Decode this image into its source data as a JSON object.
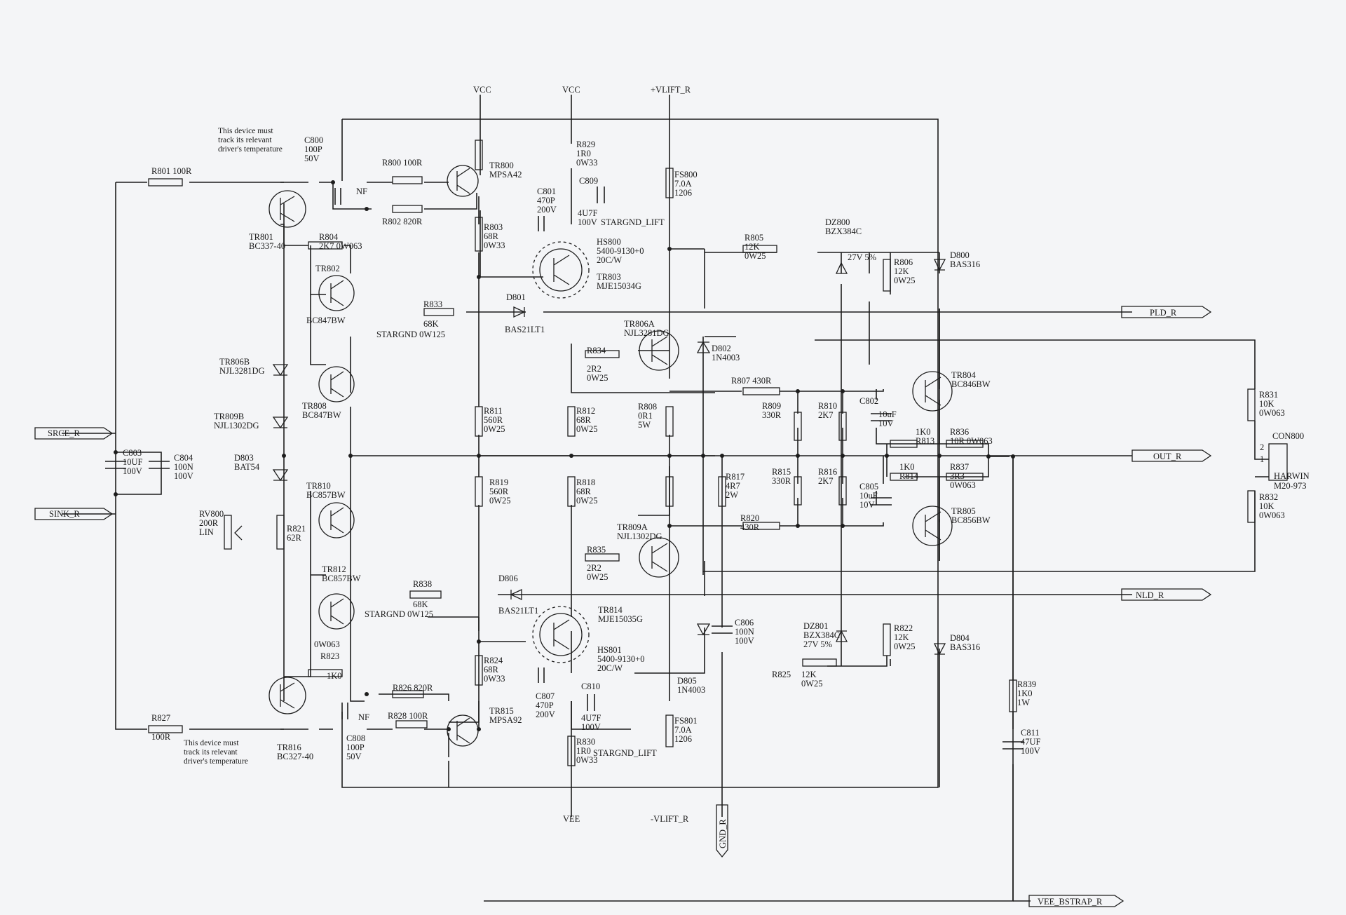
{
  "rails": {
    "vcc_left": "VCC",
    "vcc_right": "VCC",
    "vlift_pos": "+VLIFT_R",
    "vee": "VEE",
    "vlift_neg": "-VLIFT_R"
  },
  "ports": {
    "srce": "SRCE_R",
    "sink": "SINK_R",
    "pld": "PLD_R",
    "out": "OUT_R",
    "nld": "NLD_R",
    "gnd": "GND_R",
    "vee_bstrap": "VEE_BSTRAP_R"
  },
  "notes": {
    "top": [
      "This device must",
      "track its relevant",
      "driver's temperature"
    ],
    "bottom": [
      "This device must",
      "track its relevant",
      "driver's temperature"
    ]
  },
  "connector": {
    "ref": "CON800",
    "pin2": "2",
    "pin1": "1",
    "part": [
      "HARWIN",
      "M20-973"
    ]
  },
  "components": [
    {
      "id": "C800",
      "lines": [
        "C800",
        "100P",
        "50V"
      ]
    },
    {
      "id": "NF_top",
      "lines": [
        "NF"
      ]
    },
    {
      "id": "R801",
      "lines": [
        "R801   100R"
      ]
    },
    {
      "id": "R800",
      "lines": [
        "R800    100R"
      ]
    },
    {
      "id": "R802",
      "lines": [
        "R802   820R"
      ]
    },
    {
      "id": "TR800",
      "lines": [
        "TR800",
        "MPSA42"
      ]
    },
    {
      "id": "TR801",
      "lines": [
        "TR801",
        "BC337-40"
      ]
    },
    {
      "id": "R804",
      "lines": [
        "R804",
        "2K7  0W063"
      ]
    },
    {
      "id": "TR802",
      "lines": [
        "TR802"
      ]
    },
    {
      "id": "BC847BW_a",
      "lines": [
        "BC847BW"
      ]
    },
    {
      "id": "R829",
      "lines": [
        "R829",
        "1R0",
        "0W33"
      ]
    },
    {
      "id": "C809",
      "lines": [
        "C809"
      ]
    },
    {
      "id": "C809v",
      "lines": [
        "4U7F",
        "100V"
      ]
    },
    {
      "id": "STARGND_LIFT_top",
      "lines": [
        "STARGND_LIFT"
      ]
    },
    {
      "id": "C801",
      "lines": [
        "C801",
        "470P",
        "200V"
      ]
    },
    {
      "id": "R803",
      "lines": [
        "R803",
        "68R",
        "0W33"
      ]
    },
    {
      "id": "HS800",
      "lines": [
        "HS800",
        "5400-9130+0",
        "20C/W"
      ]
    },
    {
      "id": "TR803",
      "lines": [
        "TR803",
        "MJE15034G"
      ]
    },
    {
      "id": "FS800",
      "lines": [
        "FS800",
        "7.0A",
        "1206"
      ]
    },
    {
      "id": "R805",
      "lines": [
        "R805",
        "12K",
        "0W25"
      ]
    },
    {
      "id": "DZ800",
      "lines": [
        "DZ800",
        "BZX384C"
      ]
    },
    {
      "id": "DZ800v",
      "lines": [
        "27V 5%"
      ]
    },
    {
      "id": "R806",
      "lines": [
        "R806",
        "12K",
        "0W25"
      ]
    },
    {
      "id": "D800",
      "lines": [
        "D800",
        "BAS316"
      ]
    },
    {
      "id": "R833",
      "lines": [
        "R833"
      ]
    },
    {
      "id": "R833v",
      "lines": [
        "68K"
      ]
    },
    {
      "id": "STARGND_top",
      "lines": [
        "STARGND 0W125"
      ]
    },
    {
      "id": "D801",
      "lines": [
        "D801"
      ]
    },
    {
      "id": "D801p",
      "lines": [
        "BAS21LT1"
      ]
    },
    {
      "id": "TR806A",
      "lines": [
        "TR806A",
        "NJL3281DG"
      ]
    },
    {
      "id": "D802",
      "lines": [
        "D802",
        "1N4003"
      ]
    },
    {
      "id": "R834",
      "lines": [
        "R834"
      ]
    },
    {
      "id": "R834v",
      "lines": [
        "2R2",
        "0W25"
      ]
    },
    {
      "id": "TR806B",
      "lines": [
        "TR806B",
        "NJL3281DG"
      ]
    },
    {
      "id": "TR808",
      "lines": [
        "TR808",
        "BC847BW"
      ]
    },
    {
      "id": "TR809B",
      "lines": [
        "TR809B",
        "NJL1302DG"
      ]
    },
    {
      "id": "R807",
      "lines": [
        "R807      430R"
      ]
    },
    {
      "id": "R809",
      "lines": [
        "R809",
        "330R"
      ]
    },
    {
      "id": "R810",
      "lines": [
        "R810",
        "2K7"
      ]
    },
    {
      "id": "TR804",
      "lines": [
        "TR804",
        "BC846BW"
      ]
    },
    {
      "id": "C802",
      "lines": [
        "C802"
      ]
    },
    {
      "id": "C802v",
      "lines": [
        "10uF",
        "10V"
      ]
    },
    {
      "id": "R813",
      "lines": [
        "1K0",
        "R813"
      ]
    },
    {
      "id": "R836",
      "lines": [
        "R836",
        "10R   0W063"
      ]
    },
    {
      "id": "R831",
      "lines": [
        "R831",
        "10K",
        "0W063"
      ]
    },
    {
      "id": "R811",
      "lines": [
        "R811",
        "560R",
        "0W25"
      ]
    },
    {
      "id": "R812",
      "lines": [
        "R812",
        "68R",
        "0W25"
      ]
    },
    {
      "id": "R808",
      "lines": [
        "R808",
        "0R1",
        "5W"
      ]
    },
    {
      "id": "C803",
      "lines": [
        "C803",
        "10UF",
        "100V"
      ]
    },
    {
      "id": "C804",
      "lines": [
        "C804",
        "100N",
        "100V"
      ]
    },
    {
      "id": "D803",
      "lines": [
        "D803",
        "BAT54"
      ]
    },
    {
      "id": "R814",
      "lines": [
        "1K0",
        "R814"
      ]
    },
    {
      "id": "R837",
      "lines": [
        "R837",
        "3R3",
        "0W063"
      ]
    },
    {
      "id": "R815",
      "lines": [
        "R815",
        "330R"
      ]
    },
    {
      "id": "R816",
      "lines": [
        "R816",
        "2K7"
      ]
    },
    {
      "id": "C805",
      "lines": [
        "C805",
        "10uF",
        "10V"
      ]
    },
    {
      "id": "TR805",
      "lines": [
        "TR805",
        "BC856BW"
      ]
    },
    {
      "id": "R832",
      "lines": [
        "R832",
        "10K",
        "0W063"
      ]
    },
    {
      "id": "TR810",
      "lines": [
        "TR810",
        "BC857BW"
      ]
    },
    {
      "id": "RV800",
      "lines": [
        "RV800",
        "200R",
        "LIN"
      ]
    },
    {
      "id": "R819",
      "lines": [
        "R819",
        "560R",
        "0W25"
      ]
    },
    {
      "id": "R818",
      "lines": [
        "R818",
        "68R",
        "0W25"
      ]
    },
    {
      "id": "R817",
      "lines": [
        "R817",
        "4R7",
        "2W"
      ]
    },
    {
      "id": "R821",
      "lines": [
        "R821",
        "62R"
      ]
    },
    {
      "id": "R820",
      "lines": [
        "R820",
        "430R"
      ]
    },
    {
      "id": "TR809A",
      "lines": [
        "TR809A",
        "NJL1302DG"
      ]
    },
    {
      "id": "R835",
      "lines": [
        "R835"
      ]
    },
    {
      "id": "R835v",
      "lines": [
        "2R2",
        "0W25"
      ]
    },
    {
      "id": "TR812",
      "lines": [
        "TR812",
        "BC857BW"
      ]
    },
    {
      "id": "R838",
      "lines": [
        "R838"
      ]
    },
    {
      "id": "R838v",
      "lines": [
        "68K"
      ]
    },
    {
      "id": "STARGND_bot",
      "lines": [
        "STARGND 0W125"
      ]
    },
    {
      "id": "D806",
      "lines": [
        "D806"
      ]
    },
    {
      "id": "D806p",
      "lines": [
        "BAS21LT1"
      ]
    },
    {
      "id": "TR814",
      "lines": [
        "TR814",
        "MJE15035G"
      ]
    },
    {
      "id": "C806",
      "lines": [
        "C806",
        "100N",
        "100V"
      ]
    },
    {
      "id": "DZ801",
      "lines": [
        "DZ801",
        "BZX384C",
        "27V 5%"
      ]
    },
    {
      "id": "R822",
      "lines": [
        "R822",
        "12K",
        "0W25"
      ]
    },
    {
      "id": "D804",
      "lines": [
        "D804",
        "BAS316"
      ]
    },
    {
      "id": "W0063",
      "lines": [
        "0W063"
      ]
    },
    {
      "id": "R823",
      "lines": [
        "R823"
      ]
    },
    {
      "id": "R823v",
      "lines": [
        "1K0"
      ]
    },
    {
      "id": "R824",
      "lines": [
        "R824",
        "68R",
        "0W33"
      ]
    },
    {
      "id": "HS801",
      "lines": [
        "HS801",
        "5400-9130+0",
        "20C/W"
      ]
    },
    {
      "id": "D805",
      "lines": [
        "D805",
        "1N4003"
      ]
    },
    {
      "id": "R825",
      "lines": [
        "R825"
      ]
    },
    {
      "id": "R825v",
      "lines": [
        "12K",
        "0W25"
      ]
    },
    {
      "id": "R839",
      "lines": [
        "R839",
        "1K0",
        "1W"
      ]
    },
    {
      "id": "R826",
      "lines": [
        "R826   820R"
      ]
    },
    {
      "id": "C807",
      "lines": [
        "C807",
        "470P",
        "200V"
      ]
    },
    {
      "id": "C810",
      "lines": [
        "C810"
      ]
    },
    {
      "id": "C810v",
      "lines": [
        "4U7F",
        "100V"
      ]
    },
    {
      "id": "C811",
      "lines": [
        "C811",
        "47UF",
        "100V"
      ]
    },
    {
      "id": "R827",
      "lines": [
        "R827"
      ]
    },
    {
      "id": "R827v",
      "lines": [
        "100R"
      ]
    },
    {
      "id": "R828",
      "lines": [
        "R828      100R"
      ]
    },
    {
      "id": "TR815",
      "lines": [
        "TR815",
        "MPSA92"
      ]
    },
    {
      "id": "TR816",
      "lines": [
        "TR816",
        "BC327-40"
      ]
    },
    {
      "id": "C808",
      "lines": [
        "C808",
        "100P",
        "50V"
      ]
    },
    {
      "id": "NF_bot",
      "lines": [
        "NF"
      ]
    },
    {
      "id": "R830",
      "lines": [
        "R830",
        "1R0",
        "0W33"
      ]
    },
    {
      "id": "STARGND_LIFT_bot",
      "lines": [
        "STARGND_LIFT"
      ]
    },
    {
      "id": "FS801",
      "lines": [
        "FS801",
        "7.0A",
        "1206"
      ]
    }
  ]
}
